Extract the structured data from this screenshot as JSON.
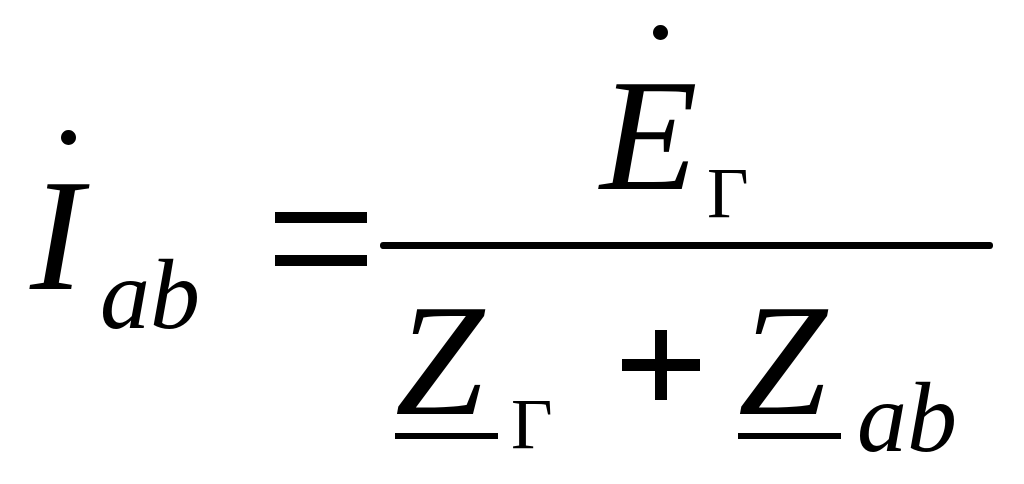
{
  "formula": {
    "lhs": {
      "symbol": "I",
      "subscript": "ab",
      "has_dot": true
    },
    "equals": "=",
    "numerator": {
      "symbol": "E",
      "subscript": "Γ",
      "has_dot": true
    },
    "denominator": {
      "term1": {
        "symbol": "Z",
        "subscript": "Γ",
        "underlined": true
      },
      "operator": "+",
      "term2": {
        "symbol": "Z",
        "subscript": "ab",
        "underlined": true
      }
    }
  }
}
